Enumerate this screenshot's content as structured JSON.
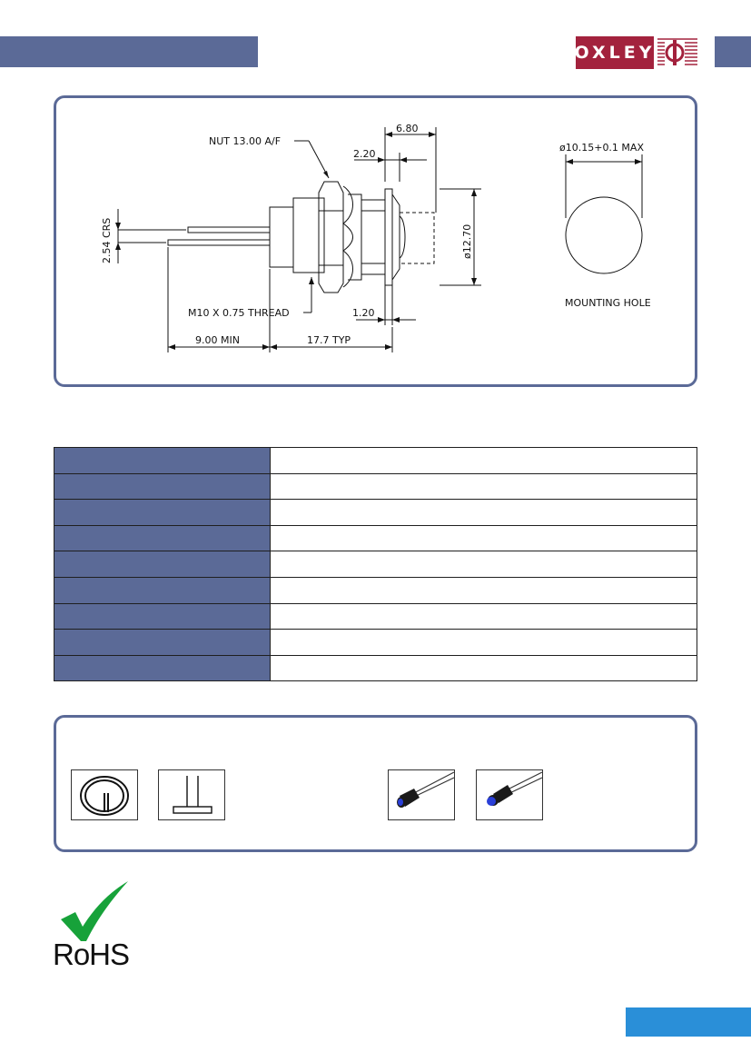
{
  "header": {
    "logo_text": "OXLEY",
    "colors": {
      "header_bar": "#5b6a97",
      "logo_bg": "#a3223d",
      "page_tab": "#2a8fd8"
    }
  },
  "drawing": {
    "nut_label": "NUT 13.00 A/F",
    "dim_6_80": "6.80",
    "dim_2_20": "2.20",
    "crs_label": "2.54 CRS",
    "dia_12_70": "ø12.70",
    "thread_label": "M10 X 0.75 THREAD",
    "dim_1_20": "1.20",
    "min_label": "9.00 MIN",
    "typ_label": "17.7 TYP",
    "hole_dim": "ø10.15+0.1 MAX",
    "hole_label": "MOUNTING HOLE"
  },
  "spec_table": {
    "rows": [
      {
        "label": "",
        "value": ""
      },
      {
        "label": "",
        "value": ""
      },
      {
        "label": "",
        "value": ""
      },
      {
        "label": "",
        "value": ""
      },
      {
        "label": "",
        "value": ""
      },
      {
        "label": "",
        "value": ""
      },
      {
        "label": "",
        "value": ""
      },
      {
        "label": "",
        "value": ""
      },
      {
        "label": "",
        "value": ""
      }
    ]
  },
  "mounting_icons": [
    "coiled-leads-icon",
    "straight-leads-icon",
    "led-blue-side-icon",
    "led-blue-angled-icon"
  ],
  "rohs": {
    "text": "RoHS",
    "check_color": "#17a23a"
  }
}
